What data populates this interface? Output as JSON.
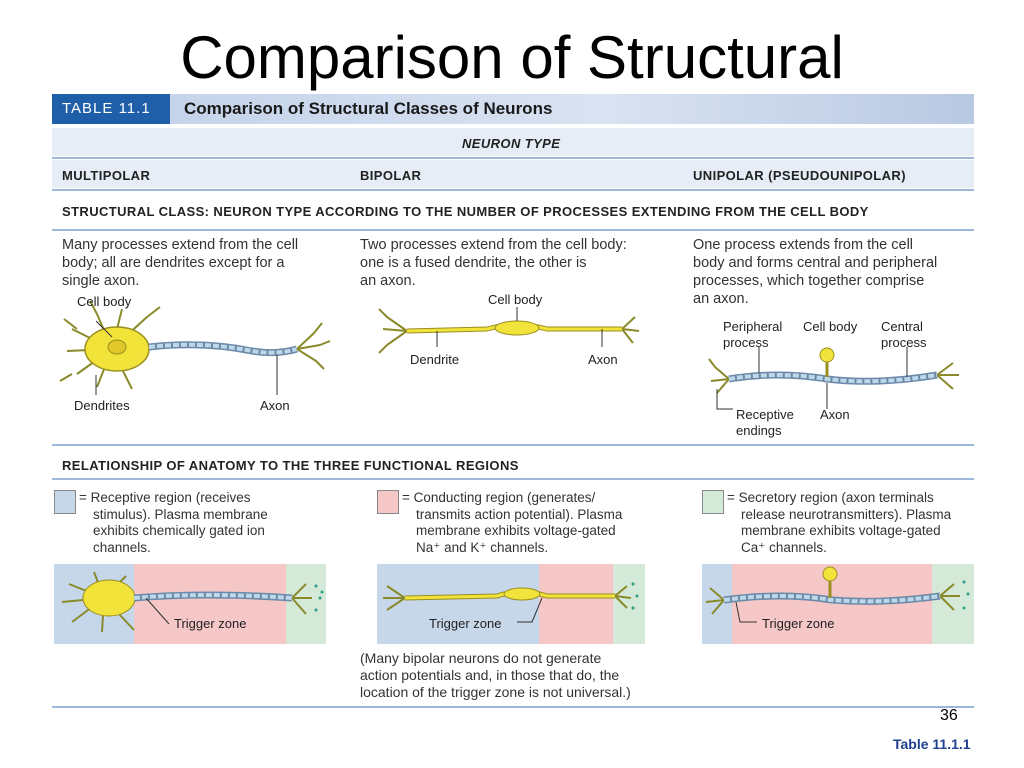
{
  "slide": {
    "title": "Comparison of Structural",
    "page_number": "36",
    "reference": "Table 11.1.1"
  },
  "table": {
    "tag": "TABLE 11.1",
    "title": "Comparison of Structural Classes of Neurons",
    "neuron_type_header": "NEURON TYPE",
    "columns": [
      "MULTIPOLAR",
      "BIPOLAR",
      "UNIPOLAR (PSEUDOUNIPOLAR)"
    ],
    "structural_class_header": "STRUCTURAL CLASS: NEURON TYPE ACCORDING TO THE NUMBER OF PROCESSES EXTENDING FROM THE CELL BODY",
    "descriptions": {
      "multipolar": [
        "Many processes extend from the cell",
        "body; all are dendrites except for a",
        "single axon."
      ],
      "bipolar": [
        "Two processes extend from the cell body:",
        "one is a fused dendrite, the other is",
        "an axon."
      ],
      "unipolar": [
        "One process extends from the cell",
        "body and forms central and peripheral",
        "processes, which together comprise",
        "an axon."
      ]
    },
    "labels": {
      "multipolar": {
        "cell_body": "Cell body",
        "dendrites": "Dendrites",
        "axon": "Axon"
      },
      "bipolar": {
        "cell_body": "Cell body",
        "dendrite": "Dendrite",
        "axon": "Axon"
      },
      "unipolar": {
        "peripheral_process": [
          "Peripheral",
          "process"
        ],
        "cell_body": "Cell body",
        "central_process": [
          "Central",
          "process"
        ],
        "receptive_endings": [
          "Receptive",
          "endings"
        ],
        "axon": "Axon"
      }
    },
    "functional_header": "RELATIONSHIP OF ANATOMY TO THE THREE FUNCTIONAL REGIONS",
    "regions": {
      "receptive": [
        "= Receptive region (receives",
        "stimulus). Plasma membrane",
        "exhibits chemically gated ion",
        "channels."
      ],
      "conducting": [
        "= Conducting region (generates/",
        "transmits action potential). Plasma",
        "membrane exhibits voltage-gated",
        "Na⁺ and K⁺ channels."
      ],
      "secretory": [
        "= Secretory region (axon terminals",
        "release neurotransmitters). Plasma",
        "membrane exhibits voltage-gated",
        "Ca⁺ channels."
      ]
    },
    "trigger_zone": "Trigger zone",
    "bipolar_note": [
      "(Many bipolar neurons do not generate",
      "action potentials and, in those that do, the",
      "location of the trigger zone is not universal.)"
    ],
    "colors": {
      "receptive": "#c6d7ea",
      "conducting": "#f6c7c7",
      "secretory": "#d5e9d8",
      "cell_body": "#f2e33a",
      "axon": "#bcd8ea"
    }
  }
}
